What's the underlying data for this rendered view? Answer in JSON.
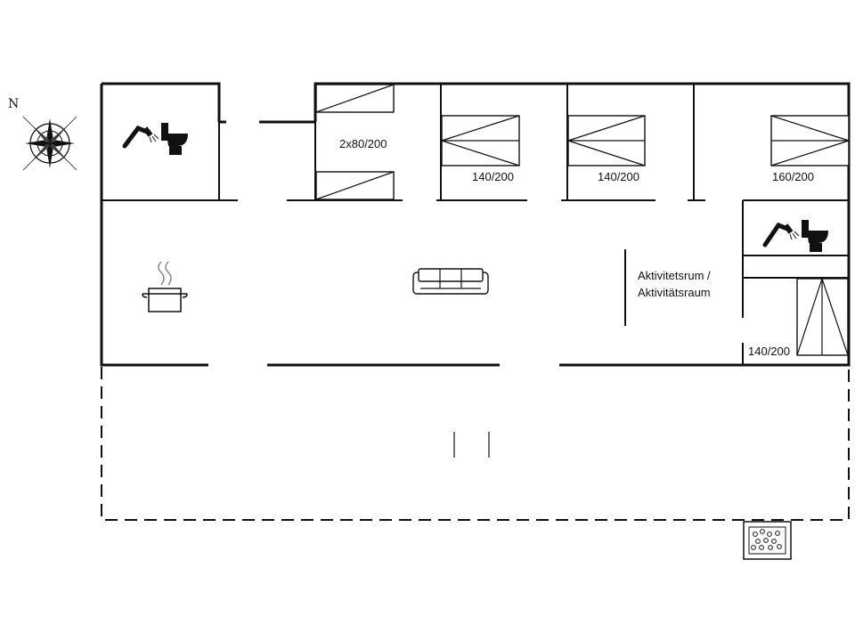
{
  "compass": {
    "label": "N"
  },
  "bedrooms": [
    {
      "bed": "2x80/200"
    },
    {
      "bed": "140/200"
    },
    {
      "bed": "140/200"
    },
    {
      "bed": "160/200"
    },
    {
      "bed": "140/200"
    }
  ],
  "activity_room": {
    "line1": "Aktivitetsrum /",
    "line2": "Aktivitätsraum"
  },
  "icons": {
    "shower": "shower-icon",
    "toilet": "toilet-icon",
    "cooking_pot": "cooking-pot-icon",
    "sofa": "sofa-icon",
    "hot_tub": "hot-tub-icon",
    "compass_rose": "compass-rose-icon"
  }
}
